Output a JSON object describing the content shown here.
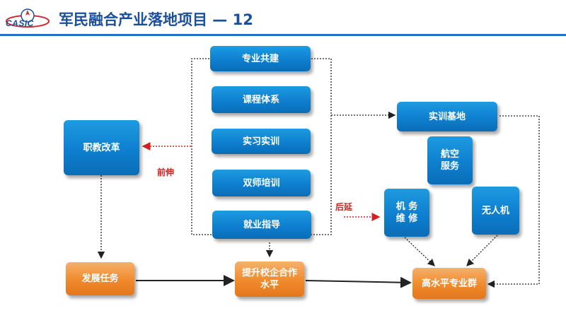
{
  "header": {
    "logo_text": "CASIC",
    "title": "军民融合产业落地项目 — 12"
  },
  "nodes": {
    "reform": "职教改革",
    "specialty": "专业共建",
    "curriculum": "课程体系",
    "internship": "实习实训",
    "dual_teacher": "双师培训",
    "employment": "就业指导",
    "training_base": "实训基地",
    "aviation_service": "航空\n服务",
    "aircraft_maint_1": "机 务",
    "aircraft_maint_2": "维 修",
    "drone": "无人机",
    "dev_task": "发展任务",
    "enterprise_coop_1": "提升校企合作",
    "enterprise_coop_2": "水平",
    "high_level_group": "高水平专业群"
  },
  "labels": {
    "forward": "前伸",
    "backward": "后延"
  },
  "colors": {
    "brand": "#1a4f9c",
    "box_blue": "#0e7fcf",
    "box_orange": "#f08a2c",
    "arrow_red": "#d42020"
  }
}
